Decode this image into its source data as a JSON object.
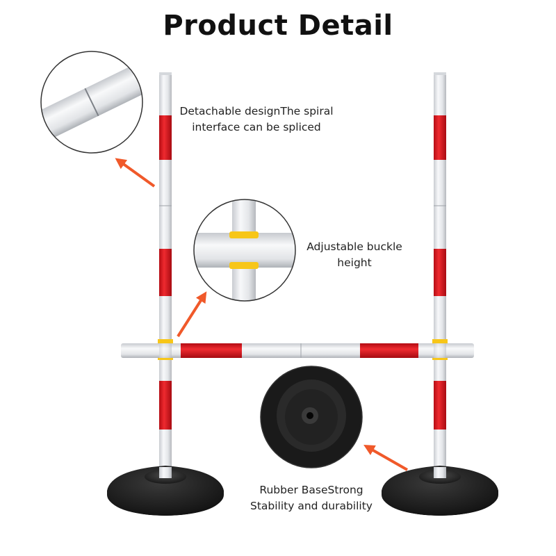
{
  "title": "Product Detail",
  "callouts": {
    "detachable": {
      "line1": "Detachable designThe spiral",
      "line2": "interface can be spliced"
    },
    "buckle": {
      "line1": "Adjustable buckle",
      "line2": "height"
    },
    "base": {
      "line1": "Rubber BaseStrong",
      "line2": "Stability and durability"
    }
  },
  "colors": {
    "pole_white": "#e9ebee",
    "stripe_red": "#e3131c",
    "base_black": "#1c1c1c",
    "arrow_orange": "#f0592a",
    "buckle_yellow": "#f7c619"
  }
}
